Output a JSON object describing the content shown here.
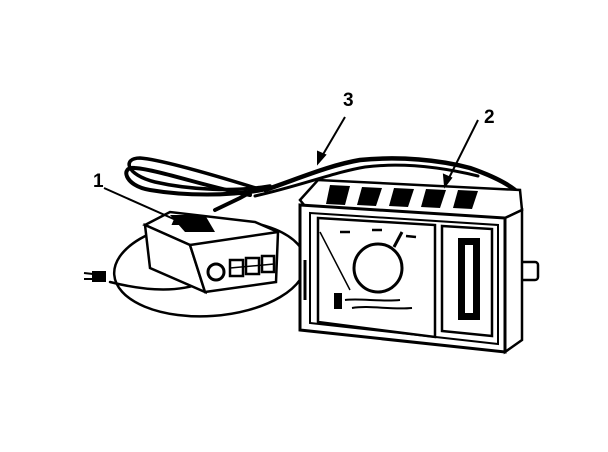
{
  "diagram": {
    "callouts": {
      "one": "1",
      "two": "2",
      "three": "3"
    }
  },
  "colors": {
    "ink": "#000000",
    "paper": "#ffffff"
  }
}
